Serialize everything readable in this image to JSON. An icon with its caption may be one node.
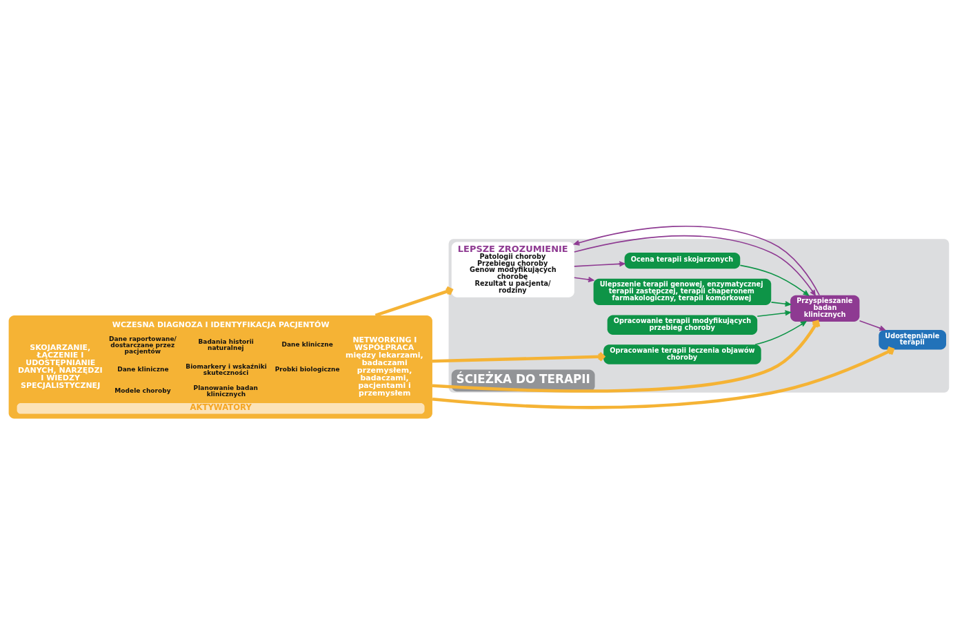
{
  "diagram": {
    "nodes": [
      {
        "text": [
          "ŚCIEŻKA DO TERAPII"
        ]
      },
      {
        "text": [
          "LEPSZE ZROZUMIENIE",
          "Patologii choroby",
          "Przebiegu choroby",
          "Genów modyfikujących chorobę",
          "Rezultat u pacjenta/ rodziny"
        ],
        "in": 0
      },
      {
        "text": [
          "Ulepszenie terapii genowej, enzymatycznej terapii zastępczej, terapii chaperonem farmakologiczny, terapii komórkowej"
        ],
        "in": 0
      },
      {
        "text": [
          "Opracowanie terapii modyfikujących przebieg choroby"
        ],
        "in": 0
      },
      {
        "text": [
          "Ocena terapii skojarzonych"
        ],
        "in": 0
      },
      {
        "text": [
          "Opracowanie terapii leczenia objawów choroby"
        ],
        "in": 0
      },
      {
        "text": [
          "Przyspieszanie badan klinicznych"
        ],
        "in": 0
      },
      {
        "text": [
          "Udostępnianie terapii"
        ],
        "in": 0
      },
      {
        "text": [
          "WCZESNA DIAGNOZA I IDENTYFIKACJA PACJENTÓW",
          "SKOJARZANIE, ŁĄCZENIE I UDOSTĘPNIANIE DANYCH, NARZĘDZI I WIEDZY SPECJALISTYCZNEJ",
          "Dane raportowane/ dostarczane przez pacjentów",
          "Badania historii naturalnej",
          "Dane kliniczne",
          "Dane kliniczne",
          "Biomarkery i wskaźniki skuteczności",
          "Probki biologiczne",
          "Modele choroby",
          "Planowanie badan klinicznych",
          "NETWORKING I WSPÓŁPRACA",
          "między lekarzami, badaczami przemysłem, badaczami, pacjentami i przemysłem",
          "AKTYWATORY"
        ]
      }
    ],
    "edges": [
      {
        "from": 1,
        "to": 2,
        "arrow": "to"
      },
      {
        "from": 1,
        "to": 4,
        "arrow": "to"
      },
      {
        "from": 1,
        "to": 6,
        "arrow": "to"
      },
      {
        "from": 6,
        "to": 1,
        "arrow": "to"
      },
      {
        "from": 2,
        "to": 6,
        "arrow": "to",
        "color": "#0e9447"
      },
      {
        "from": 3,
        "to": 6,
        "arrow": "to",
        "color": "#0e9447"
      },
      {
        "from": 4,
        "to": 6,
        "arrow": "to",
        "color": "#0e9447"
      },
      {
        "from": 5,
        "to": 6,
        "arrow": "to",
        "color": "#0e9447"
      },
      {
        "from": 6,
        "to": 7,
        "arrow": "to"
      },
      {
        "from": 8,
        "to": 1,
        "arrow": "to",
        "style": "thick",
        "color": "#f5b335"
      },
      {
        "from": 8,
        "to": 5,
        "arrow": "to",
        "style": "thick",
        "color": "#f5b335"
      },
      {
        "from": 8,
        "to": 6,
        "arrow": "to",
        "style": "thick",
        "color": "#f5b335"
      },
      {
        "from": 8,
        "to": 7,
        "arrow": "to",
        "style": "thick",
        "color": "#f5b335"
      }
    ]
  }
}
